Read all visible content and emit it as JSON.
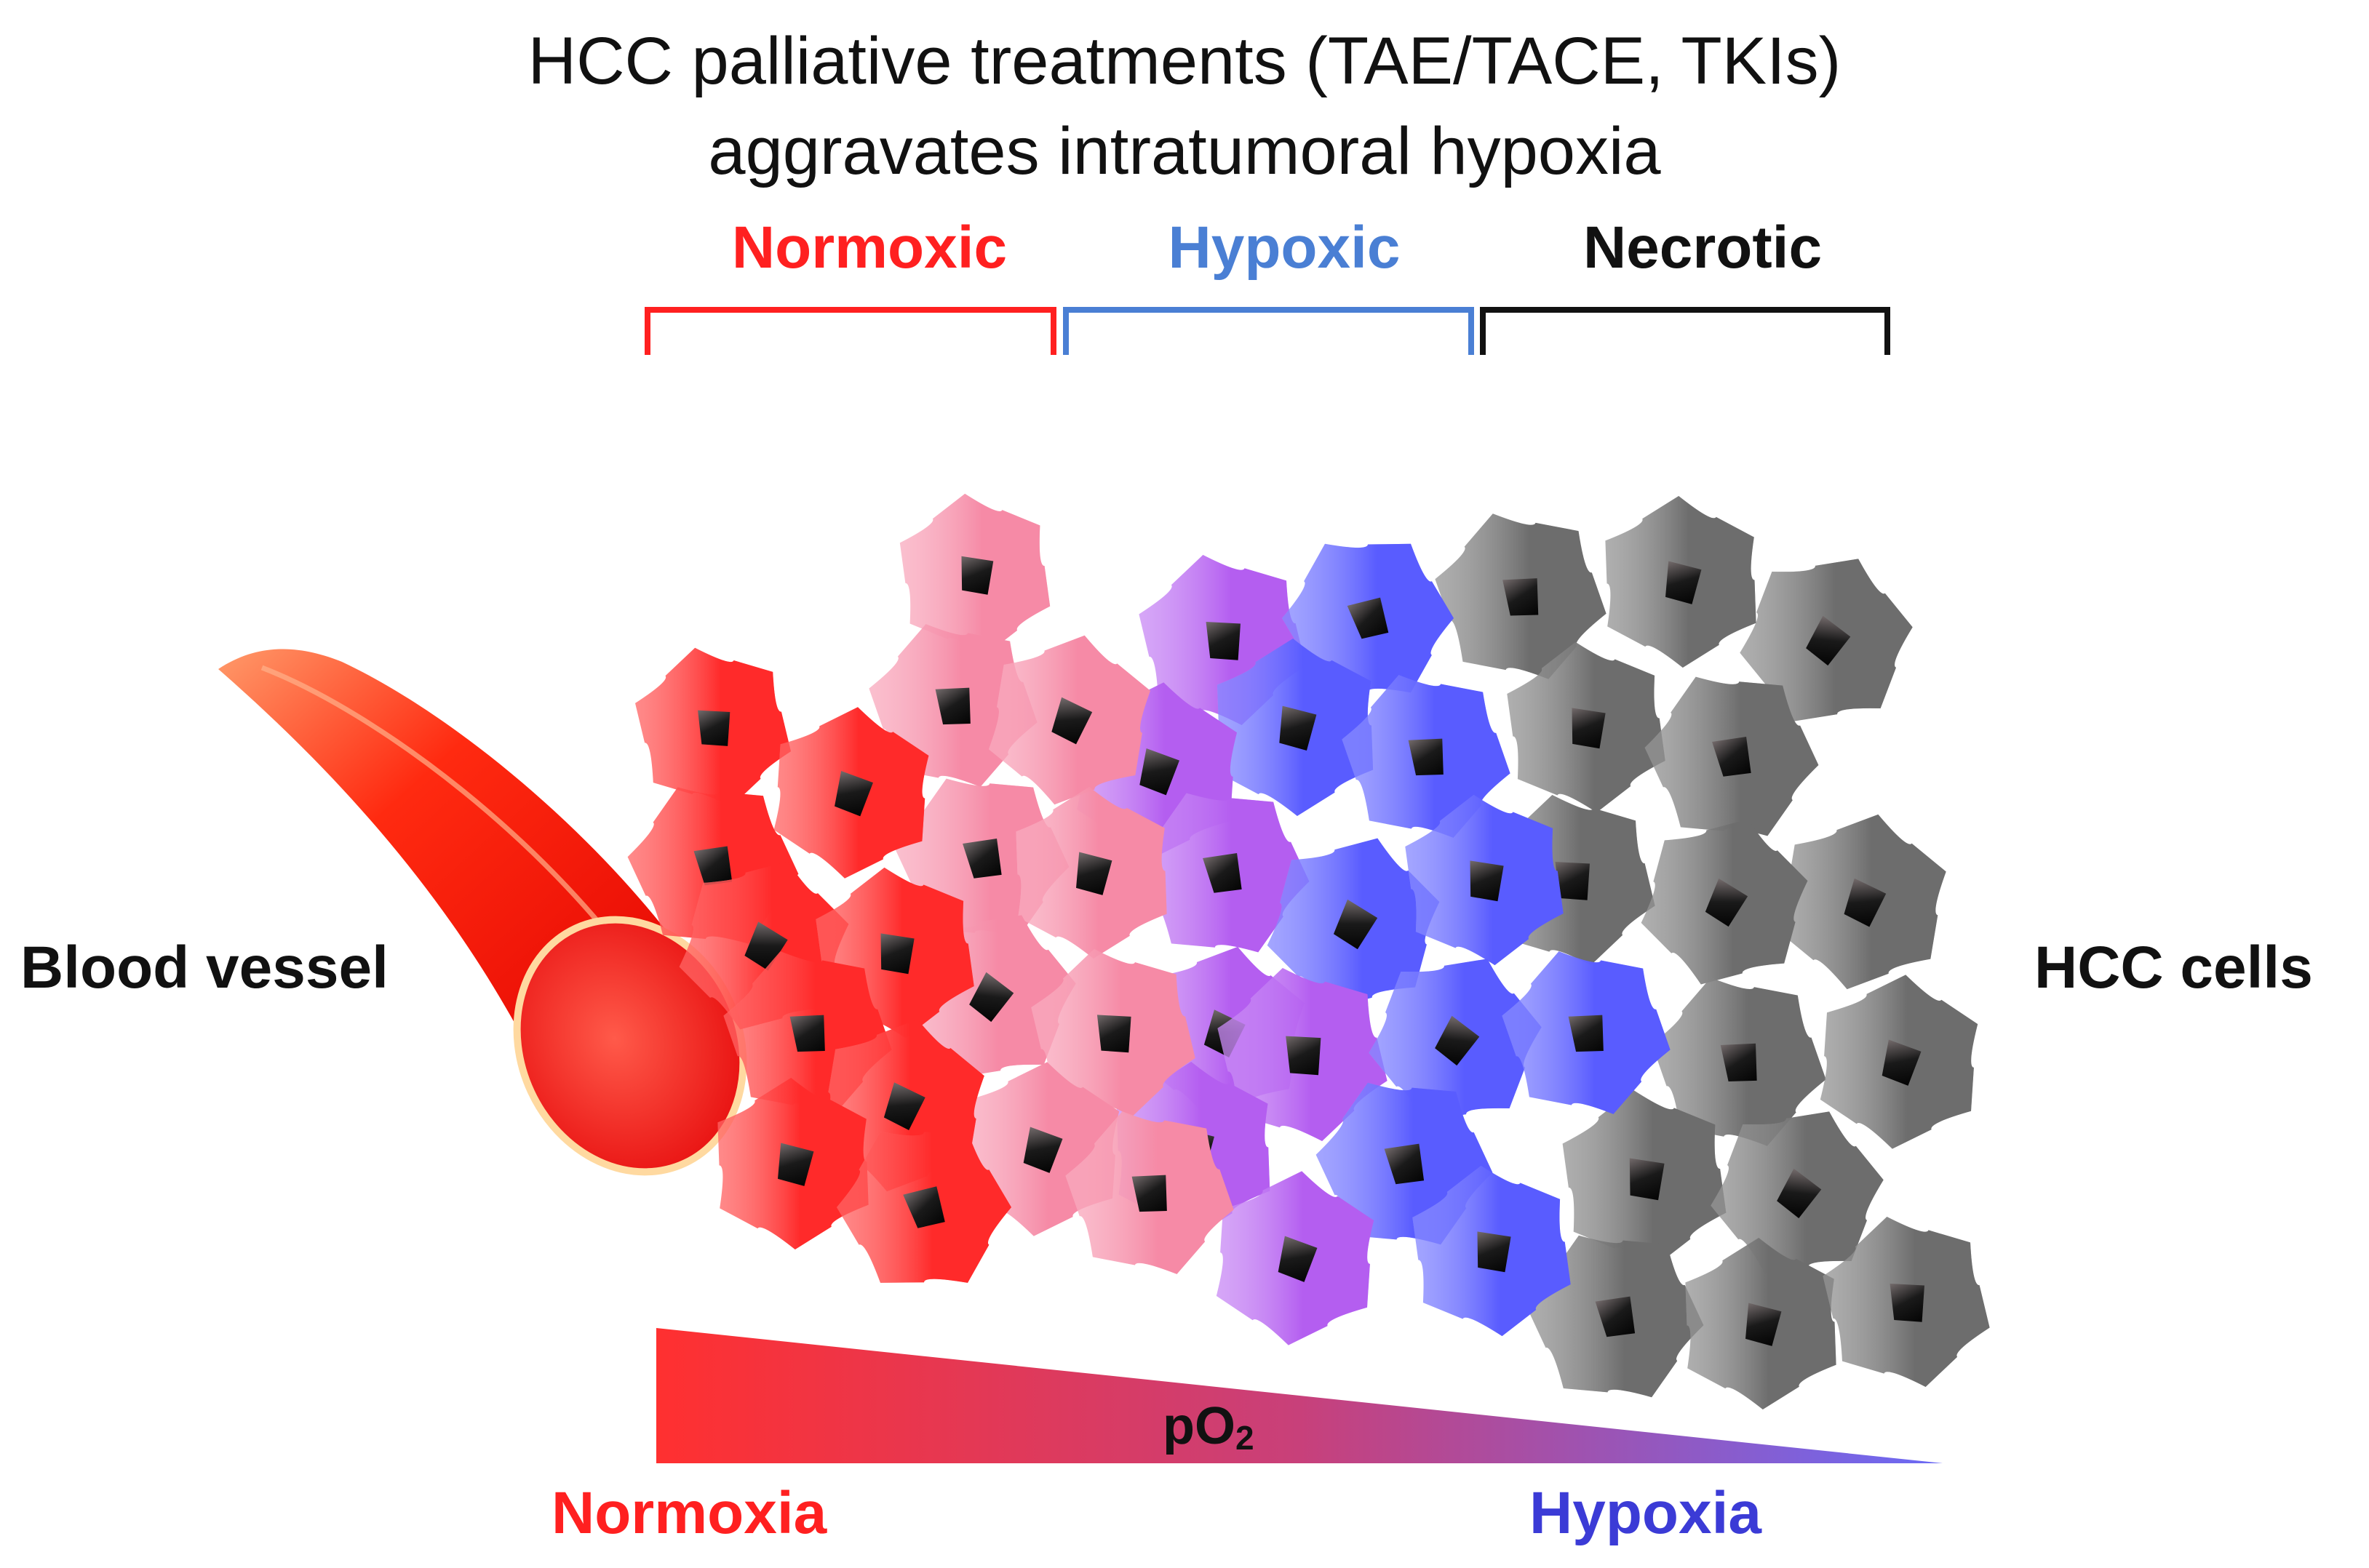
{
  "title": {
    "line1": "HCC palliative treatments (TAE/TACE, TKIs)",
    "line2": "aggravates intratumoral hypoxia"
  },
  "zones": [
    {
      "label": "Normoxic",
      "color": "#ff2020"
    },
    {
      "label": "Hypoxic",
      "color": "#4a7fd4"
    },
    {
      "label": "Necrotic",
      "color": "#111111"
    }
  ],
  "labels": {
    "blood_vessel": "Blood vessel",
    "hcc_cells": "HCC cells"
  },
  "gradient": {
    "po2_main": "pO",
    "po2_sub": "2",
    "left_label": "Normoxia",
    "right_label": "Hypoxia",
    "left_color": "#ff2020",
    "right_color": "#3b3bd6"
  },
  "colors": {
    "normoxic_cell": "#ff2a2a",
    "transition_cell": "#f58aa6",
    "hypoxic_purple_cell": "#b45ef0",
    "hypoxic_blue_cell": "#5a5cff",
    "necrotic_cell": "#6e6e6e",
    "vessel": "#ff1a00"
  }
}
